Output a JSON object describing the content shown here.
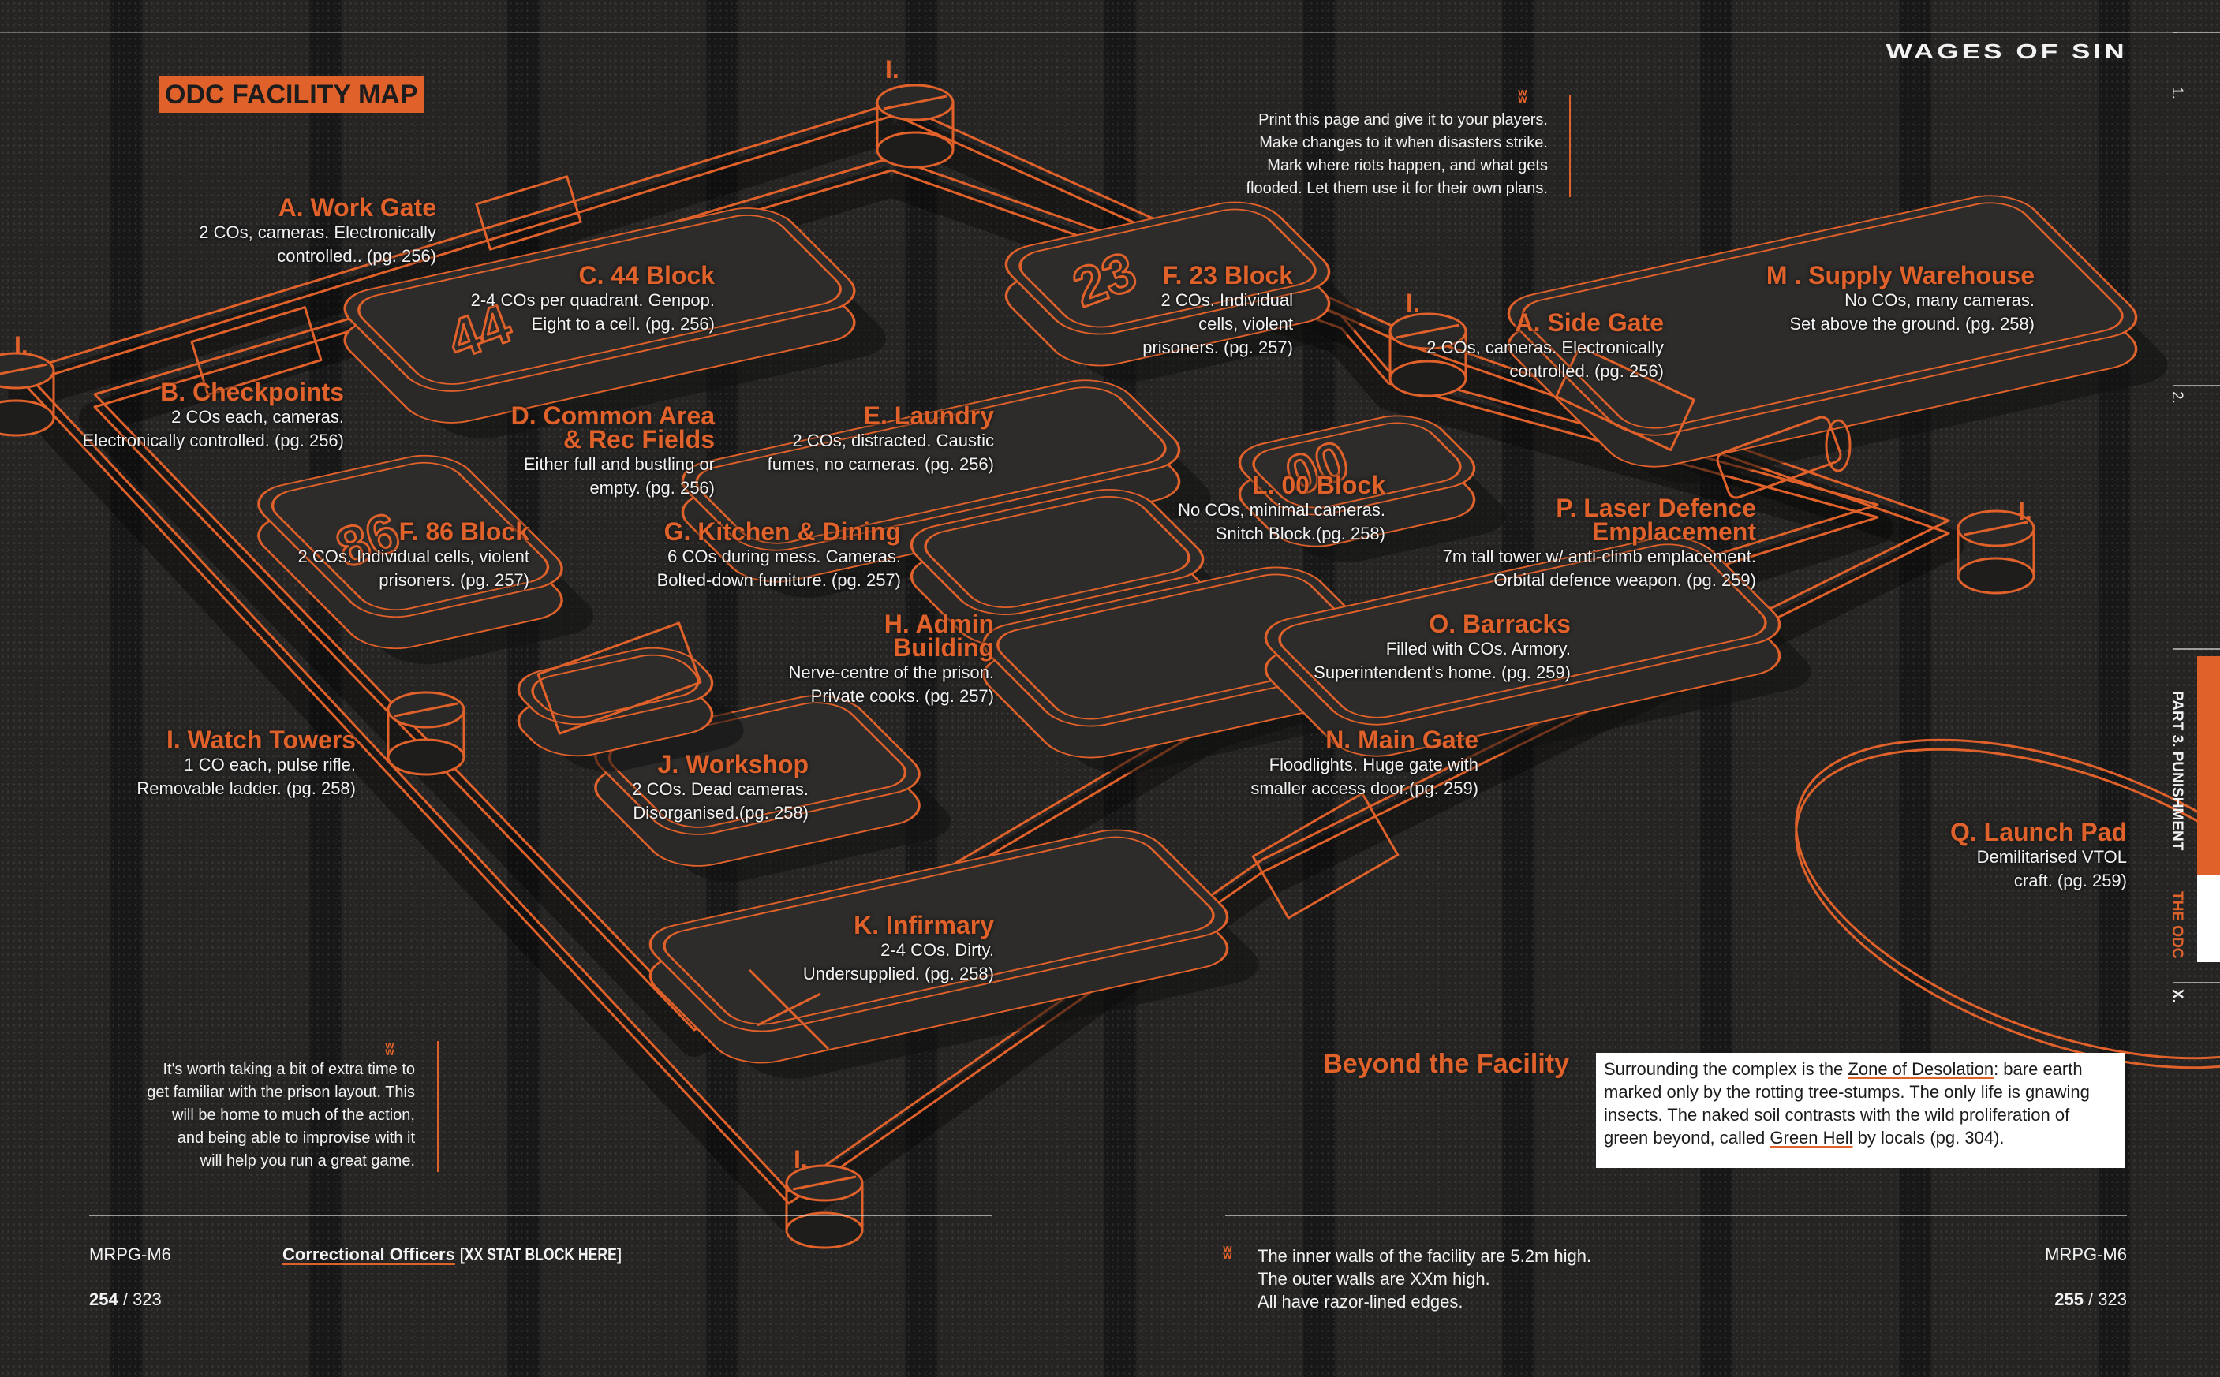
{
  "header": {
    "title": "ODC FACILITY MAP",
    "brand": "WAGES OF SIN"
  },
  "colors": {
    "accent": "#e0612a",
    "background": "#252423",
    "text": "#f2f2f2"
  },
  "tower_marker": "I.",
  "labels": {
    "work_gate": {
      "title": "A. Work Gate",
      "lines": [
        "2 COs, cameras. Electronically",
        "controlled.. (pg. 256)"
      ]
    },
    "block44": {
      "title": "C. 44 Block",
      "lines": [
        "2-4 COs per quadrant. Genpop.",
        "Eight to a cell. (pg. 256)"
      ]
    },
    "checkpoints": {
      "title": "B. Checkpoints",
      "lines": [
        "2 COs each, cameras.",
        "Electronically controlled. (pg. 256)"
      ]
    },
    "common_area": {
      "title1": "D. Common Area",
      "title2": "& Rec Fields",
      "lines": [
        "Either full and bustling or",
        "empty. (pg. 256)"
      ]
    },
    "laundry": {
      "title": "E. Laundry",
      "lines": [
        "2 COs, distracted. Caustic",
        "fumes, no cameras. (pg. 256)"
      ]
    },
    "block86": {
      "title": "F. 86 Block",
      "lines": [
        "2 COs. Individual cells, violent",
        "prisoners. (pg. 257)"
      ]
    },
    "kitchen": {
      "title": "G. Kitchen & Dining",
      "lines": [
        "6 COs during mess. Cameras.",
        "Bolted-down furniture. (pg. 257)"
      ]
    },
    "admin": {
      "title1": "H. Admin",
      "title2": "Building",
      "lines": [
        "Nerve-centre of the prison.",
        "Private cooks. (pg. 257)"
      ]
    },
    "watch_towers": {
      "title": "I. Watch Towers",
      "lines": [
        "1 CO each, pulse rifle.",
        "Removable ladder.  (pg. 258)"
      ]
    },
    "workshop": {
      "title": "J. Workshop",
      "lines": [
        "2 COs. Dead cameras.",
        "Disorganised.(pg. 258)"
      ]
    },
    "infirmary": {
      "title": "K. Infirmary",
      "lines": [
        "2-4 COs. Dirty.",
        "Undersupplied. (pg. 258)"
      ]
    },
    "block23": {
      "title": "F. 23 Block",
      "lines": [
        "2 COs. Individual",
        "cells, violent",
        "prisoners. (pg. 257)"
      ]
    },
    "side_gate": {
      "title": "A. Side Gate",
      "lines": [
        "2 COs, cameras. Electronically",
        "controlled. (pg. 256)"
      ]
    },
    "warehouse": {
      "title": "M . Supply Warehouse",
      "lines": [
        "No COs, many cameras.",
        "Set above the ground. (pg. 258)"
      ]
    },
    "block00": {
      "title": "L. 00 Block",
      "lines": [
        "No COs, minimal cameras.",
        "Snitch Block.(pg. 258)"
      ]
    },
    "laser": {
      "title1": "P. Laser Defence",
      "title2": "Emplacement",
      "lines": [
        "7m tall tower w/ anti-climb emplacement.",
        "Orbital defence weapon. (pg. 259)"
      ]
    },
    "barracks": {
      "title": "O. Barracks",
      "lines": [
        "Filled with COs. Armory.",
        "Superintendent's home. (pg. 259)"
      ]
    },
    "main_gate": {
      "title": "N. Main Gate",
      "lines": [
        "Floodlights. Huge gate with",
        "smaller access door.(pg. 259)"
      ]
    },
    "launch_pad": {
      "title": "Q. Launch Pad",
      "lines": [
        "Demilitarised VTOL",
        "craft. (pg. 259)"
      ]
    }
  },
  "building_marks": {
    "b44": "44",
    "b86": "86",
    "b23": "23",
    "b00": "00"
  },
  "notes": {
    "print": [
      "Print this page and give it to your players.",
      "Make changes to it when disasters strike.",
      "Mark where riots happen, and what gets",
      "flooded. Let them use it for their own plans."
    ],
    "tip": [
      "It's worth taking a bit of extra time to",
      "get familiar with the prison layout. This",
      "will be home to much of the action,",
      "and being able to improvise with it",
      "will help you run a great game."
    ],
    "walls": [
      "The inner walls of the facility are 5.2m high.",
      "The outer walls are XXm high.",
      "All have razor-lined edges."
    ]
  },
  "beyond": {
    "heading": "Beyond the Facility",
    "t1": "Surrounding the complex is the ",
    "link1": "Zone of Desolation",
    "t2": ": bare earth marked only by the rotting tree-stumps. The only life is gnawing insects. The naked soil contrasts with the wild proliferation of green beyond, called ",
    "link2": "Green Hell",
    "t3": " by locals (pg. 304)."
  },
  "footer": {
    "left_code": "MRPG-M6",
    "left_page": "254",
    "right_code": "MRPG-M6",
    "right_page": "255",
    "total": "323",
    "link": "Correctional Officers",
    "link_suffix": "[XX STAT BLOCK HERE]"
  },
  "side_nav": {
    "ch1": "1.",
    "ch2": "2.",
    "part": "PART 3. PUNISHMENT",
    "section": "THE ODC",
    "chx": "X."
  }
}
